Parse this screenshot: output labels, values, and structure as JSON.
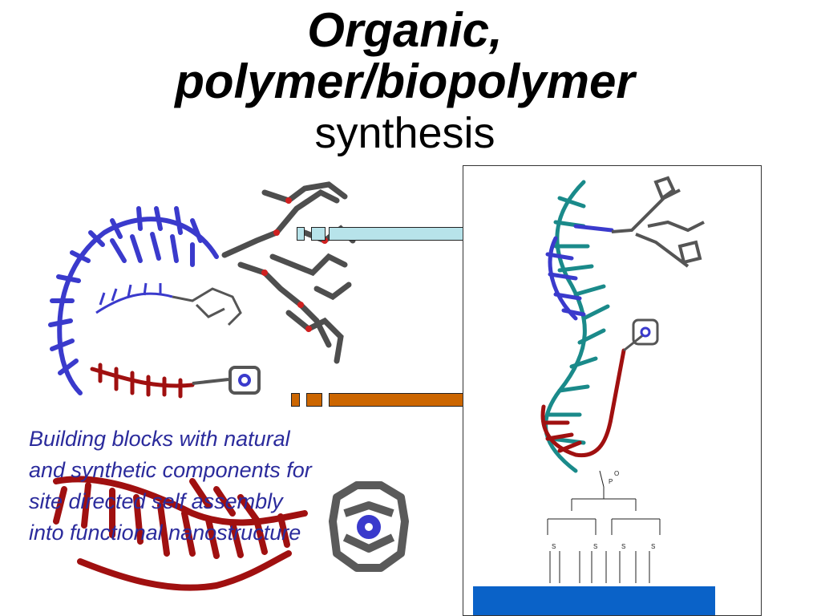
{
  "slide": {
    "title_line1": "Organic,",
    "title_line2": "polymer/biopolymer",
    "title_line3": "synthesis",
    "caption": "Building blocks with natural\nand synthetic components for\nsite directed self assembly\ninto functional nanostructure"
  },
  "colors": {
    "blue_strand": "#3a3acc",
    "dark_red_strand": "#a01010",
    "teal_strand": "#1a8a8a",
    "grey_porphyrin": "#5a5a5a",
    "bar_cyan": "#b7e3ea",
    "bar_orange": "#cc6600",
    "gold_surface": "#0a62c8",
    "caption_text": "#2b2b9c"
  },
  "surface_labels": {
    "phosphate": "P",
    "oxygen": "O",
    "sulfur": "S"
  }
}
